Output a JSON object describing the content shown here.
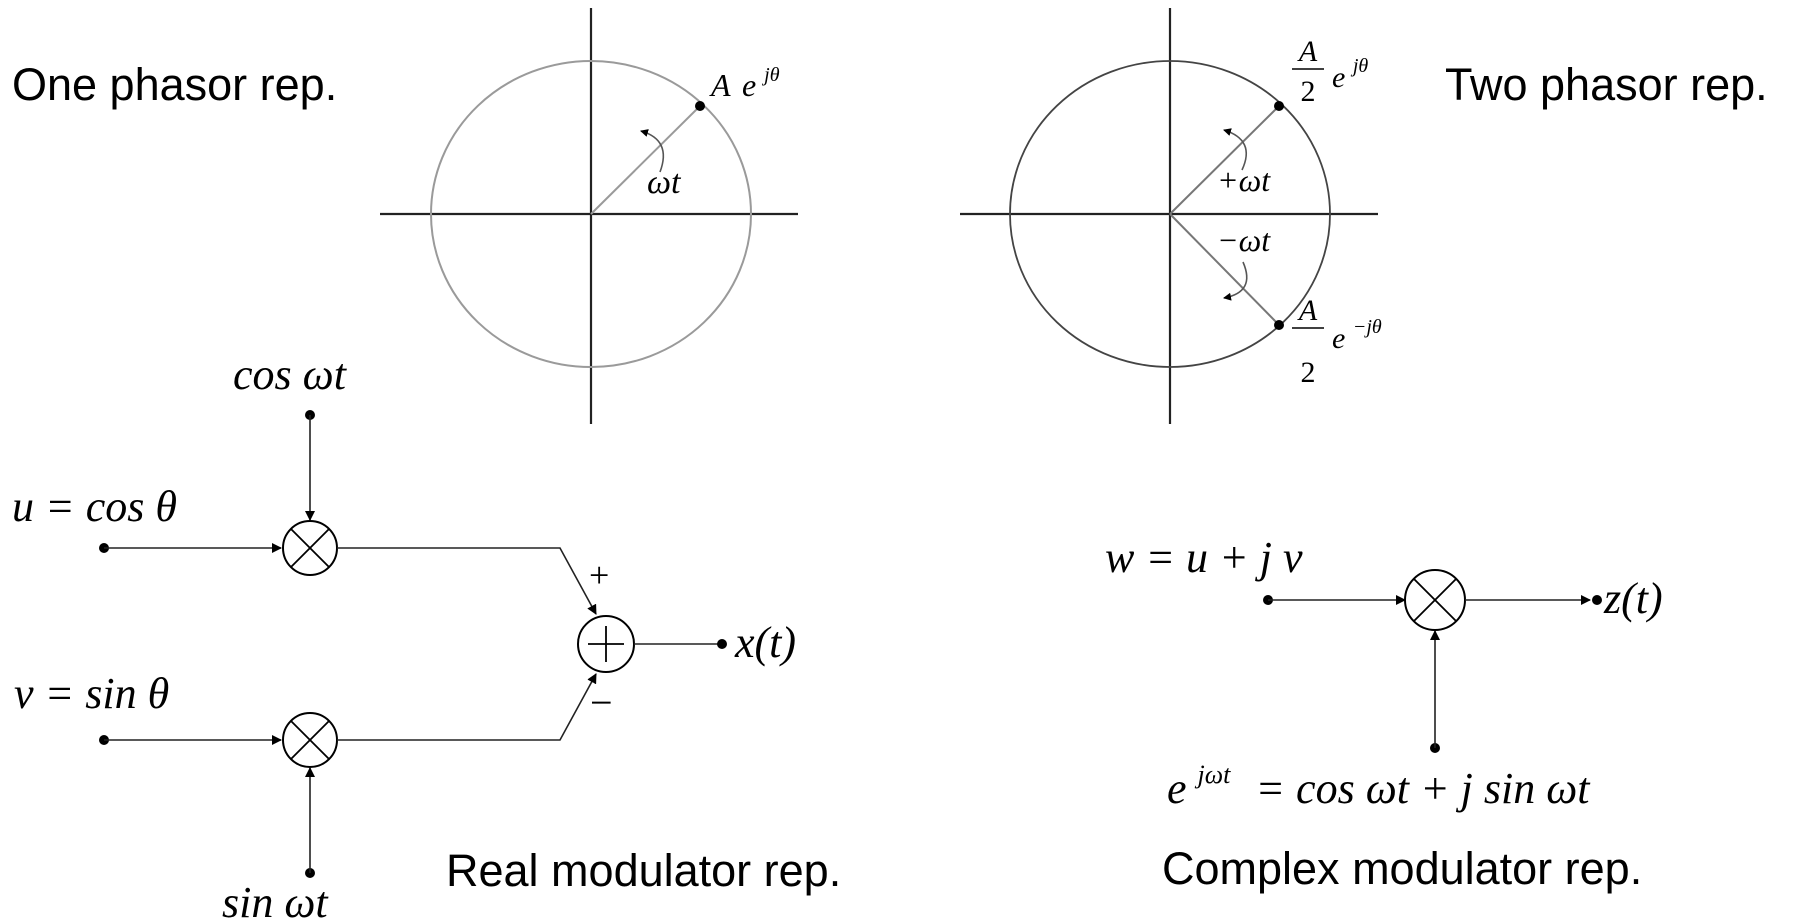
{
  "labels": {
    "one_phasor": "One phasor rep.",
    "two_phasor": "Two phasor rep.",
    "real_modulator": "Real modulator rep.",
    "complex_modulator": "Complex modulator rep."
  },
  "one_phasor_diagram": {
    "phasor_label": {
      "amp": "A",
      "base": "e",
      "exp": "jθ"
    },
    "angle_label": "ωt"
  },
  "two_phasor_diagram": {
    "upper_phasor": {
      "num": "A",
      "den": "2",
      "base": "e",
      "exp": "jθ"
    },
    "lower_phasor": {
      "num": "A",
      "den": "2",
      "base": "e",
      "exp": "−jθ"
    },
    "upper_angle": "+ωt",
    "lower_angle": "−ωt"
  },
  "real_modulator": {
    "cos_carrier": "cos ωt",
    "sin_carrier": "sin ωt",
    "u_input": "u = cos θ",
    "v_input": "v = sin θ",
    "plus_sign": "+",
    "minus_sign": "−",
    "output": "x(t)"
  },
  "complex_modulator": {
    "w_input": "w = u + j v",
    "output": "z(t)",
    "carrier": {
      "base": "e",
      "exp": "jωt",
      "rest": "= cos ωt + j sin ωt"
    }
  }
}
